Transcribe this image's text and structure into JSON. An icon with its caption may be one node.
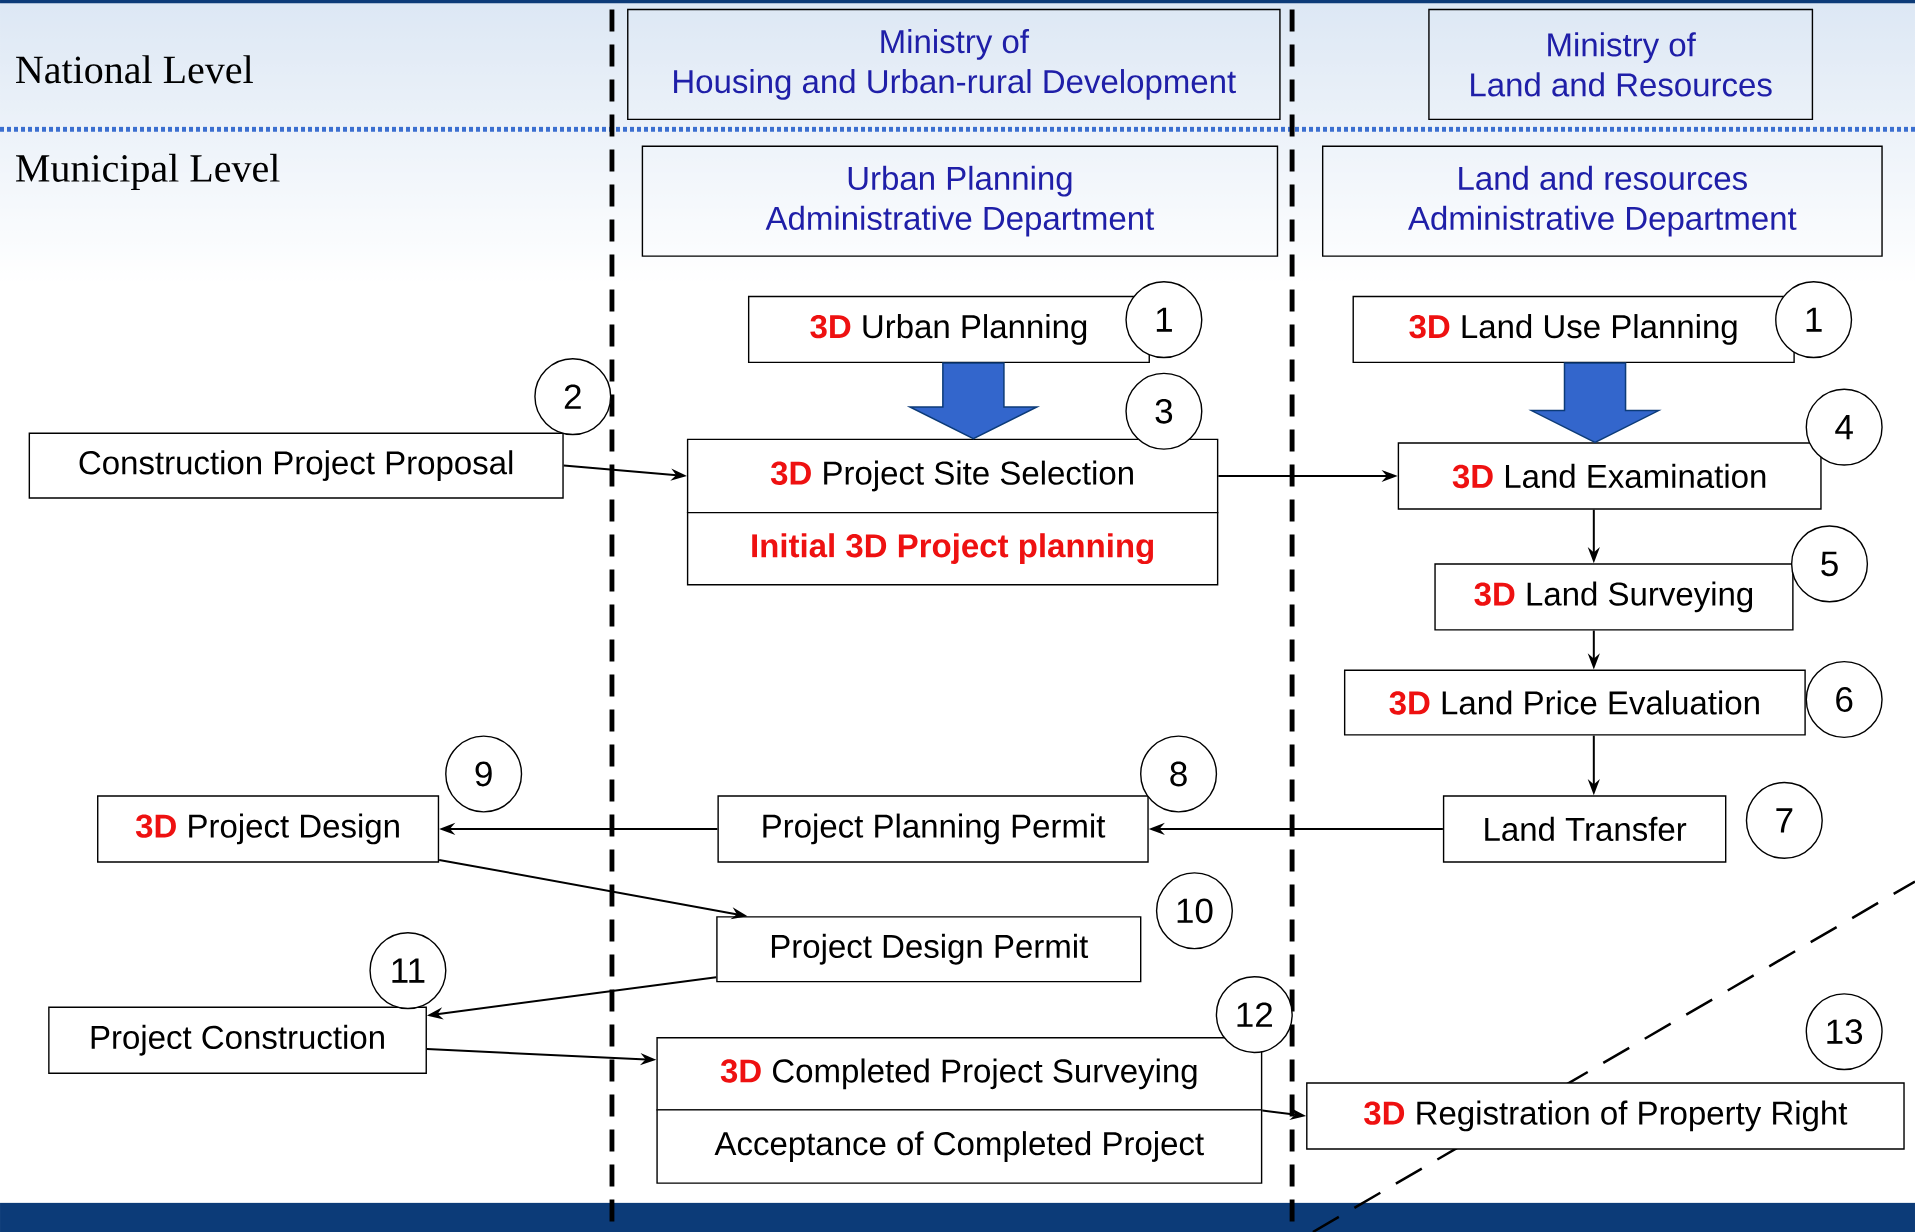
{
  "diagram": {
    "nodes": [
      {
        "text": [
          "Ministry of Housing and Urban-rural Development"
        ]
      },
      {
        "text": [
          "Ministry of Land and Resources"
        ]
      },
      {
        "text": [
          "Urban Planning Administrative Department"
        ]
      },
      {
        "text": [
          "Land and resources Administrative Department"
        ]
      },
      {
        "text": [
          "3D",
          "Urban Planning"
        ]
      },
      {
        "text": [
          "3D",
          "Land Use Planning"
        ]
      },
      {
        "text": [
          "Construction Project Proposal"
        ]
      },
      {
        "text": [
          "3D",
          "Project Site Selection"
        ]
      },
      {
        "text": [
          "Initial 3D Project planning"
        ]
      },
      {
        "text": [
          "3D",
          "Land Examination"
        ]
      },
      {
        "text": [
          "3D",
          "Land Surveying"
        ]
      },
      {
        "text": [
          "3D",
          "Land Price Evaluation"
        ]
      },
      {
        "text": [
          "3D",
          "Project Design"
        ]
      },
      {
        "text": [
          "Project Planning Permit"
        ]
      },
      {
        "text": [
          "Land Transfer"
        ]
      },
      {
        "text": [
          "Project Design Permit"
        ]
      },
      {
        "text": [
          "Project Construction"
        ]
      },
      {
        "text": [
          "3D",
          "Completed Project Surveying"
        ]
      },
      {
        "text": [
          "Acceptance of Completed Project"
        ]
      },
      {
        "text": [
          "3D",
          "Registration of Property Right"
        ]
      },
      {
        "text": [
          "1"
        ]
      },
      {
        "text": [
          "1"
        ]
      },
      {
        "text": [
          "2"
        ]
      },
      {
        "text": [
          "3"
        ]
      },
      {
        "text": [
          "4"
        ]
      },
      {
        "text": [
          "5"
        ]
      },
      {
        "text": [
          "6"
        ]
      },
      {
        "text": [
          "9"
        ]
      },
      {
        "text": [
          "8"
        ]
      },
      {
        "text": [
          "7"
        ]
      },
      {
        "text": [
          "10"
        ]
      },
      {
        "text": [
          "11"
        ]
      },
      {
        "text": [
          "12"
        ]
      },
      {
        "text": [
          "13"
        ]
      }
    ],
    "edges": [
      {
        "from": 4,
        "to": 7,
        "arrow": "to",
        "style": "thick",
        "color": "#3366cc"
      },
      {
        "from": 5,
        "to": 9,
        "arrow": "to",
        "style": "thick",
        "color": "#3366cc"
      },
      {
        "from": 6,
        "to": 7,
        "arrow": "to"
      },
      {
        "from": 7,
        "to": 9,
        "arrow": "to"
      },
      {
        "from": 9,
        "to": 10,
        "arrow": "to"
      },
      {
        "from": 10,
        "to": 11,
        "arrow": "to"
      },
      {
        "from": 11,
        "to": 14,
        "arrow": "to"
      },
      {
        "from": 14,
        "to": 13,
        "arrow": "to"
      },
      {
        "from": 13,
        "to": 12,
        "arrow": "to"
      },
      {
        "from": 12,
        "to": 15,
        "arrow": "to"
      },
      {
        "from": 15,
        "to": 16,
        "arrow": "to"
      },
      {
        "from": 16,
        "to": 17,
        "arrow": "to"
      },
      {
        "from": 17,
        "to": 19,
        "arrow": "to"
      }
    ],
    "labels": [
      "National Level",
      "Municipal Level"
    ]
  }
}
